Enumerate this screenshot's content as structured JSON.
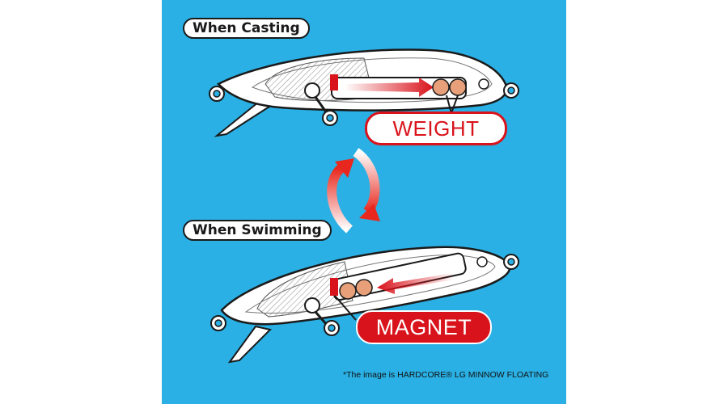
{
  "labels": {
    "when_casting": "When Casting",
    "when_swimming": "When Swimming",
    "weight": "WEIGHT",
    "magnet": "MAGNET"
  },
  "footnote": "*The image is HARDCORE® LG MINNOW FLOATING",
  "colors": {
    "background": "#2ab0e4",
    "accent_red": "#d9131b",
    "weight_ball": "#e8a07a",
    "outline": "#1a1a1a"
  }
}
